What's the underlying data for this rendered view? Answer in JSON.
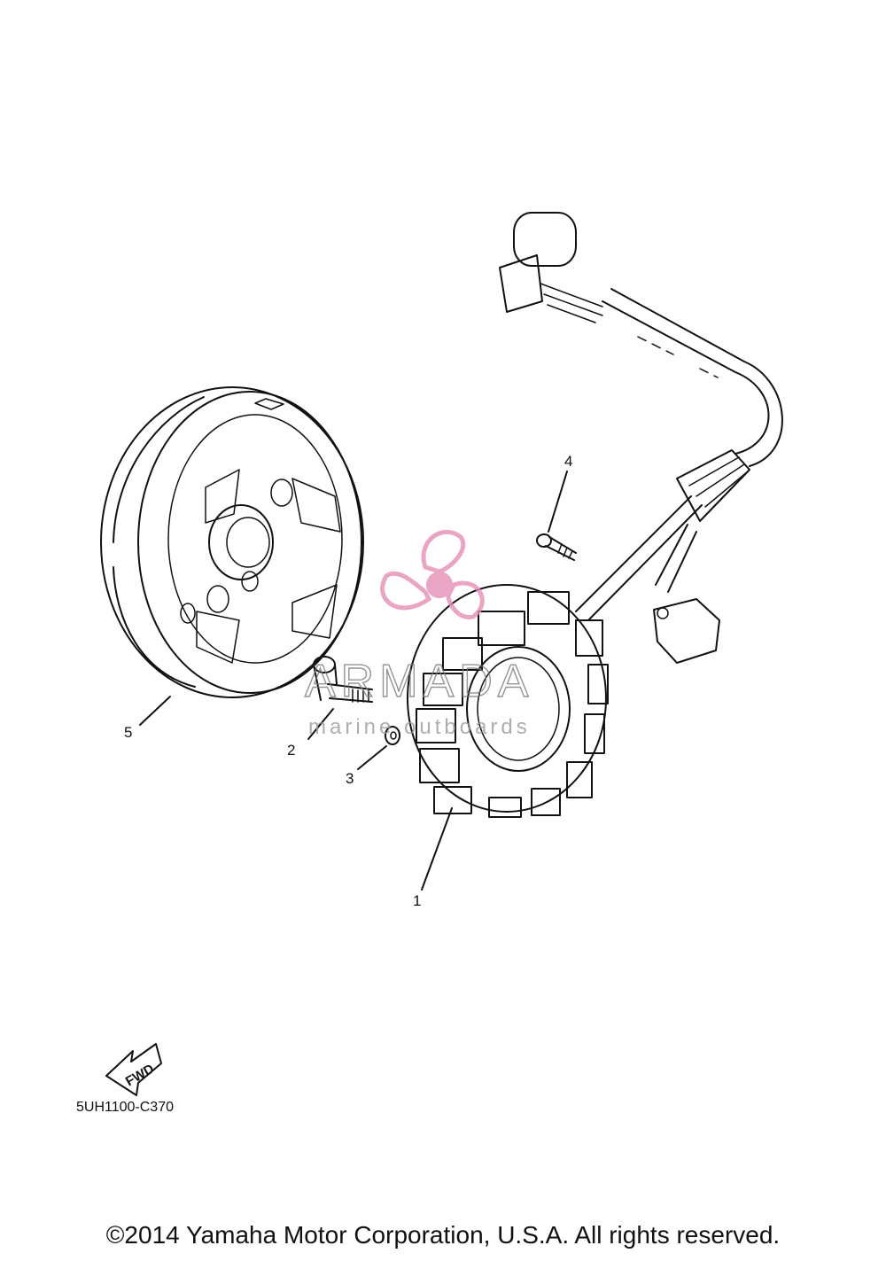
{
  "callouts": {
    "part_1": "1",
    "part_2": "2",
    "part_3": "3",
    "part_4": "4",
    "part_5": "5"
  },
  "watermark": {
    "main": "ARMADA",
    "sub": "marine outboards",
    "accent_color": "#e58fb6"
  },
  "fwd_label": "FWD",
  "diagram_code": "5UH1100-C370",
  "copyright": "©2014 Yamaha Motor Corporation, U.S.A. All rights reserved."
}
